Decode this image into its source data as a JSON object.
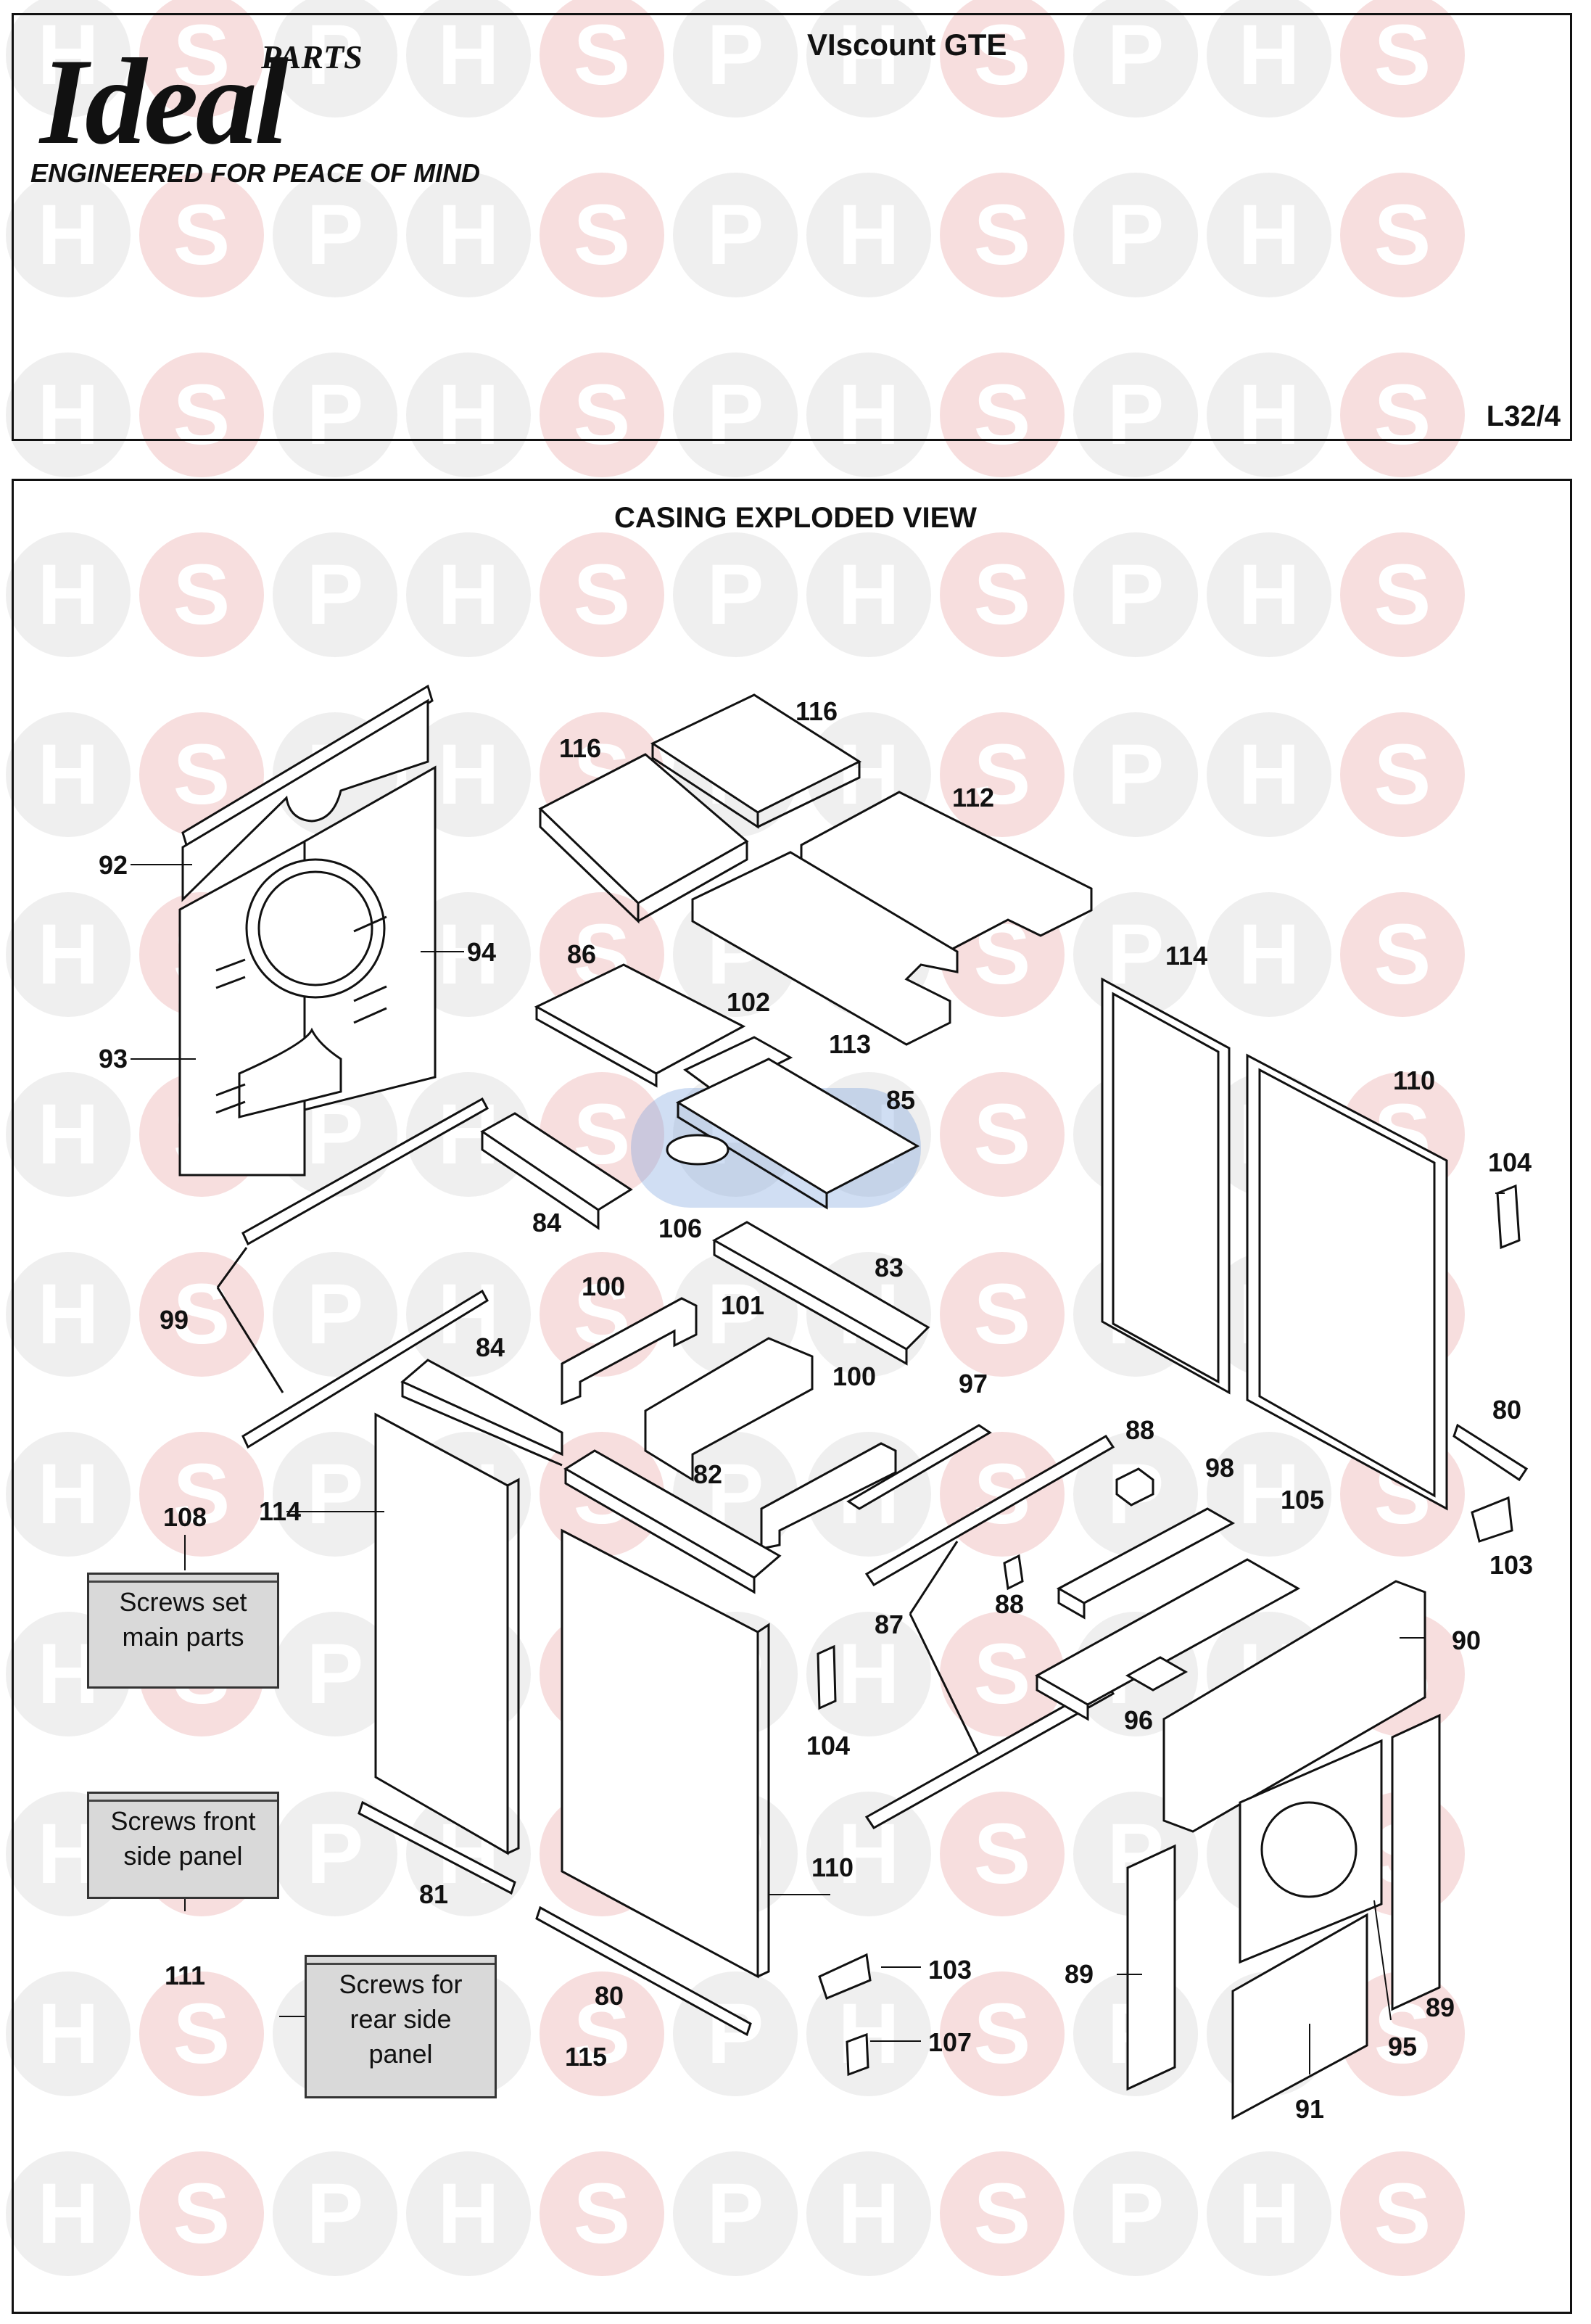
{
  "brand": {
    "parts_word": "PARTS",
    "name": "Ideal",
    "tagline": "ENGINEERED FOR PEACE OF MIND"
  },
  "header": {
    "model": "VIscount GTE",
    "page_code": "L32/4"
  },
  "section_title": "CASING EXPLODED VIEW",
  "watermark": {
    "letters": [
      "H",
      "S",
      "P"
    ],
    "colors": {
      "gray": "#efefef",
      "pink": "#f7dede"
    }
  },
  "notes": [
    {
      "part": "108",
      "text_lines": [
        "Screws set",
        "main parts"
      ]
    },
    {
      "part": "111",
      "text_lines": [
        "Screws front",
        "side panel"
      ]
    },
    {
      "part": "115",
      "text_lines": [
        "Screws for",
        "rear side",
        "panel"
      ]
    }
  ],
  "part_labels": [
    "92",
    "93",
    "94",
    "116",
    "116",
    "112",
    "113",
    "86",
    "102",
    "85",
    "114",
    "110",
    "104",
    "84",
    "106",
    "83",
    "99",
    "100",
    "101",
    "100",
    "97",
    "84",
    "80",
    "88",
    "98",
    "105",
    "103",
    "114",
    "82",
    "88",
    "87",
    "90",
    "104",
    "96",
    "81",
    "110",
    "103",
    "89",
    "95",
    "89",
    "80",
    "107",
    "91"
  ]
}
